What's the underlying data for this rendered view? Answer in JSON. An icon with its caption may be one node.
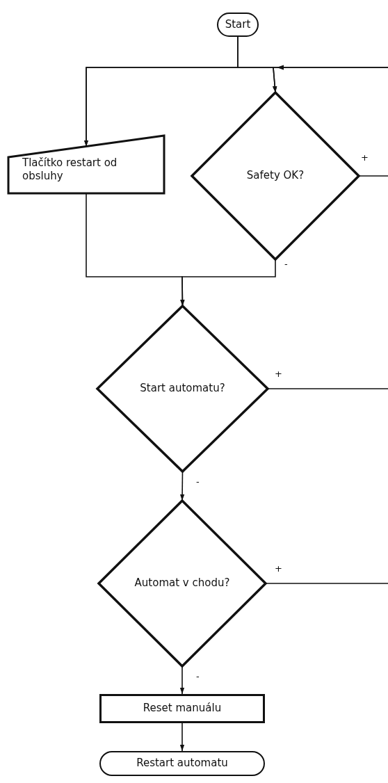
{
  "diagram": {
    "nodes": [
      {
        "text": [
          "Start"
        ]
      },
      {
        "text": [
          "Tlačítko restart od obsluhy"
        ]
      },
      {
        "text": [
          "Safety OK?"
        ]
      },
      {
        "text": [
          "Start automatu?"
        ]
      },
      {
        "text": [
          "Automat v chodu?"
        ]
      },
      {
        "text": [
          "Reset manuálu"
        ]
      },
      {
        "text": [
          "Restart automatu"
        ]
      }
    ],
    "edges": [
      {
        "from": 0,
        "to": 1,
        "arrow": "to"
      },
      {
        "from": 0,
        "to": 2,
        "arrow": "to"
      },
      {
        "from": null,
        "to": 1,
        "arrow": "to"
      },
      {
        "from": null,
        "to": 2,
        "arrow": "to"
      },
      {
        "from": 2,
        "to": null,
        "arrow": "none",
        "label": "+"
      },
      {
        "from": 1,
        "to": 3,
        "arrow": "to"
      },
      {
        "from": 2,
        "to": 3,
        "arrow": "to",
        "label": "-"
      },
      {
        "from": 3,
        "to": null,
        "arrow": "none",
        "label": "+"
      },
      {
        "from": 3,
        "to": 4,
        "arrow": "to",
        "label": "-"
      },
      {
        "from": 4,
        "to": null,
        "arrow": "none",
        "label": "+"
      },
      {
        "from": 4,
        "to": 5,
        "arrow": "to",
        "label": "-"
      },
      {
        "from": 5,
        "to": 6,
        "arrow": "to"
      }
    ]
  }
}
